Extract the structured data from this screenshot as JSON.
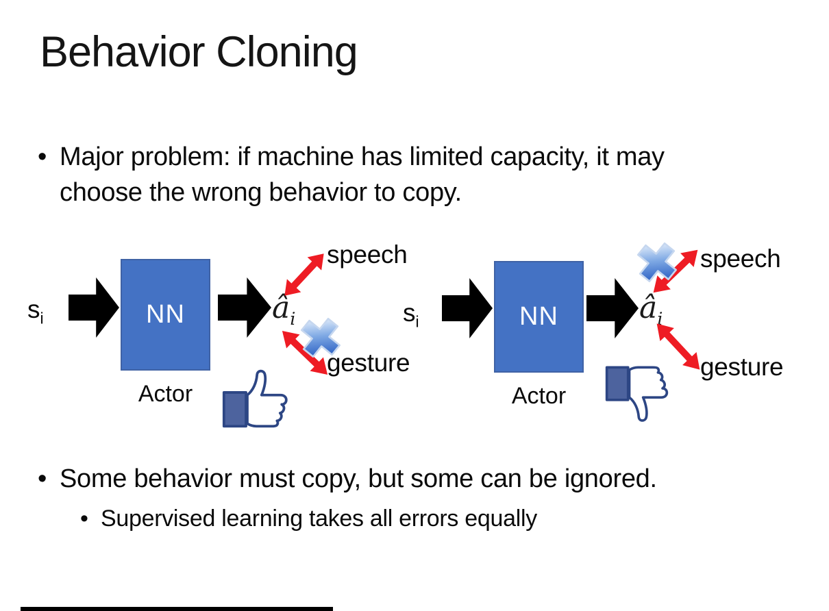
{
  "slide": {
    "title": "Behavior Cloning",
    "bullet_char": "•",
    "bullet1": "Major problem: if machine has limited capacity, it may choose the wrong behavior to copy.",
    "bullet2": "Some behavior must copy, but some can be ignored.",
    "sub_bullet": "Supervised learning takes all errors equally"
  },
  "diagram": {
    "input_base": "s",
    "input_sub": "i",
    "nn": "NN",
    "actor": "Actor",
    "output_base": "â",
    "output_sub": "i",
    "speech": "speech",
    "gesture": "gesture",
    "left_crossed_out": "gesture",
    "left_feedback": "thumbs-up",
    "right_crossed_out": "speech",
    "right_feedback": "thumbs-down"
  },
  "colors": {
    "text": "#000000",
    "nn_box_fill": "#4472C4",
    "nn_box_border": "#3F62A5",
    "flow_arrow_black": "#000000",
    "relation_arrow_red": "#EE1C24",
    "cross_blue_light": "#DCE9FA",
    "cross_blue_dark": "#2E62C4",
    "thumb_outline": "#2D4684",
    "thumb_sleeve_fill": "#4D639E"
  }
}
